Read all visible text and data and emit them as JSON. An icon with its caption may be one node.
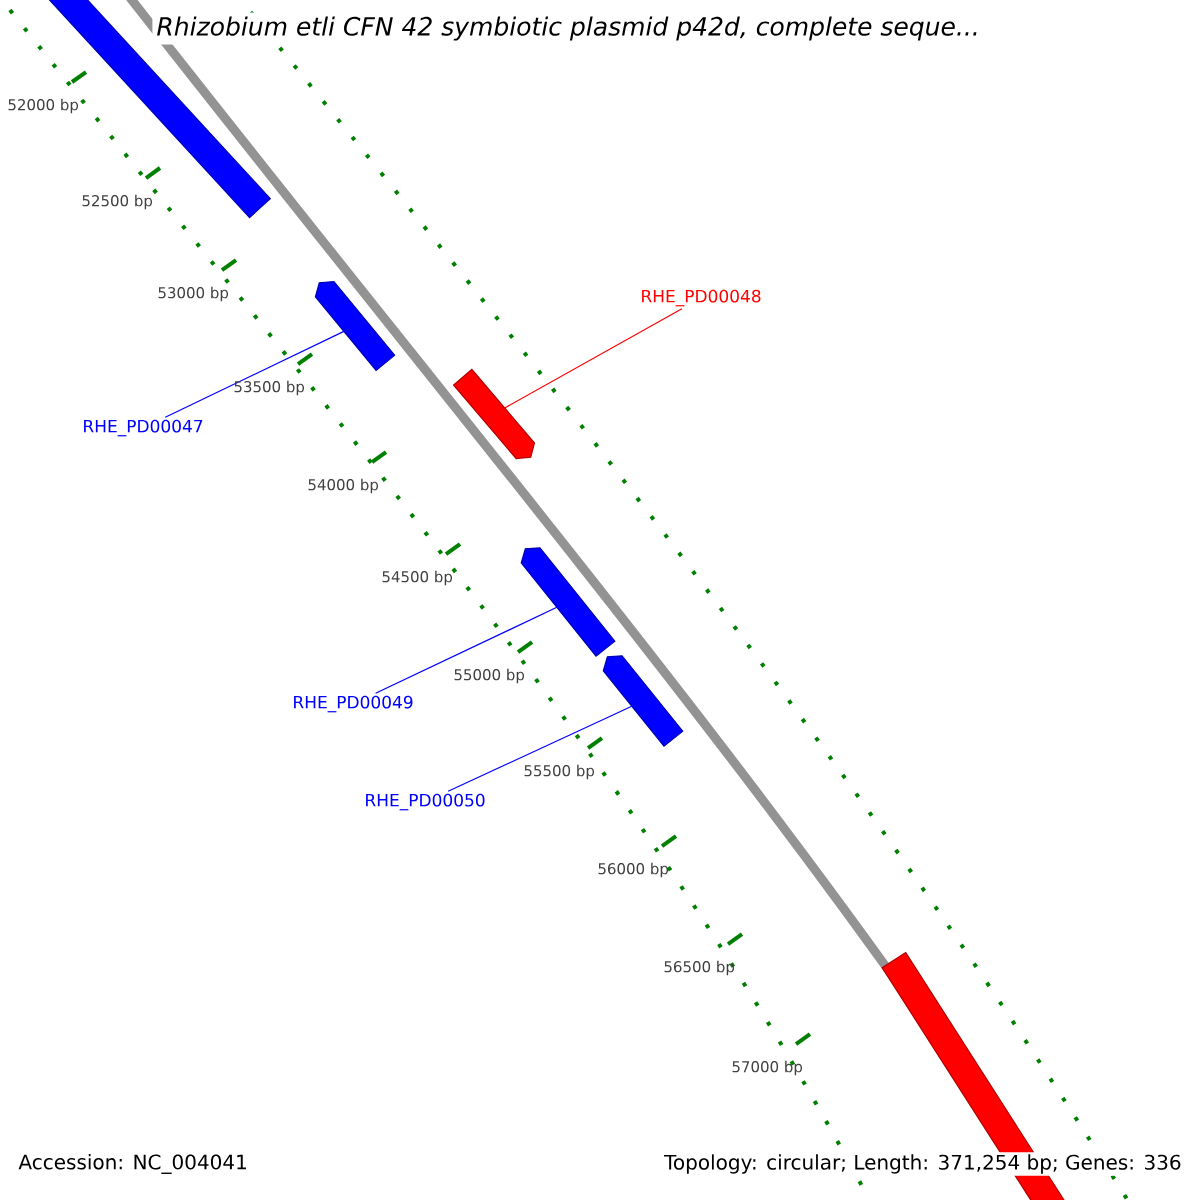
{
  "diagram": {
    "title": "Rhizobium etli CFN 42 symbiotic plasmid p42d, complete seque...",
    "nodes": [
      {
        "text": [
          "RHE_PD00048"
        ]
      },
      {
        "text": [
          "RHE_PD00047"
        ]
      },
      {
        "text": [
          "RHE_PD00049"
        ]
      },
      {
        "text": [
          "RHE_PD00050"
        ]
      },
      {
        "text": [],
        "shape": "bar"
      },
      {
        "text": [],
        "shape": "pentagon"
      },
      {
        "text": [],
        "shape": "pentagon"
      },
      {
        "text": [],
        "shape": "pentagon"
      },
      {
        "text": [],
        "shape": "pentagon"
      },
      {
        "text": [],
        "shape": "bar"
      }
    ],
    "edges": [
      {
        "from": 0,
        "to": 6,
        "arrow": "none",
        "color": "#ff0000"
      },
      {
        "from": 1,
        "to": 5,
        "arrow": "none"
      },
      {
        "from": 2,
        "to": 7,
        "arrow": "none"
      },
      {
        "from": 3,
        "to": 8,
        "arrow": "none"
      }
    ],
    "labels": [
      "52000 bp",
      "52500 bp",
      "53000 bp",
      "53500 bp",
      "54000 bp",
      "54500 bp",
      "55000 bp",
      "55500 bp",
      "56000 bp",
      "56500 bp",
      "57000 bp",
      "Accession: NC_004041",
      "Topology: circular; Length: 371,254 bp; Genes: 336"
    ]
  }
}
